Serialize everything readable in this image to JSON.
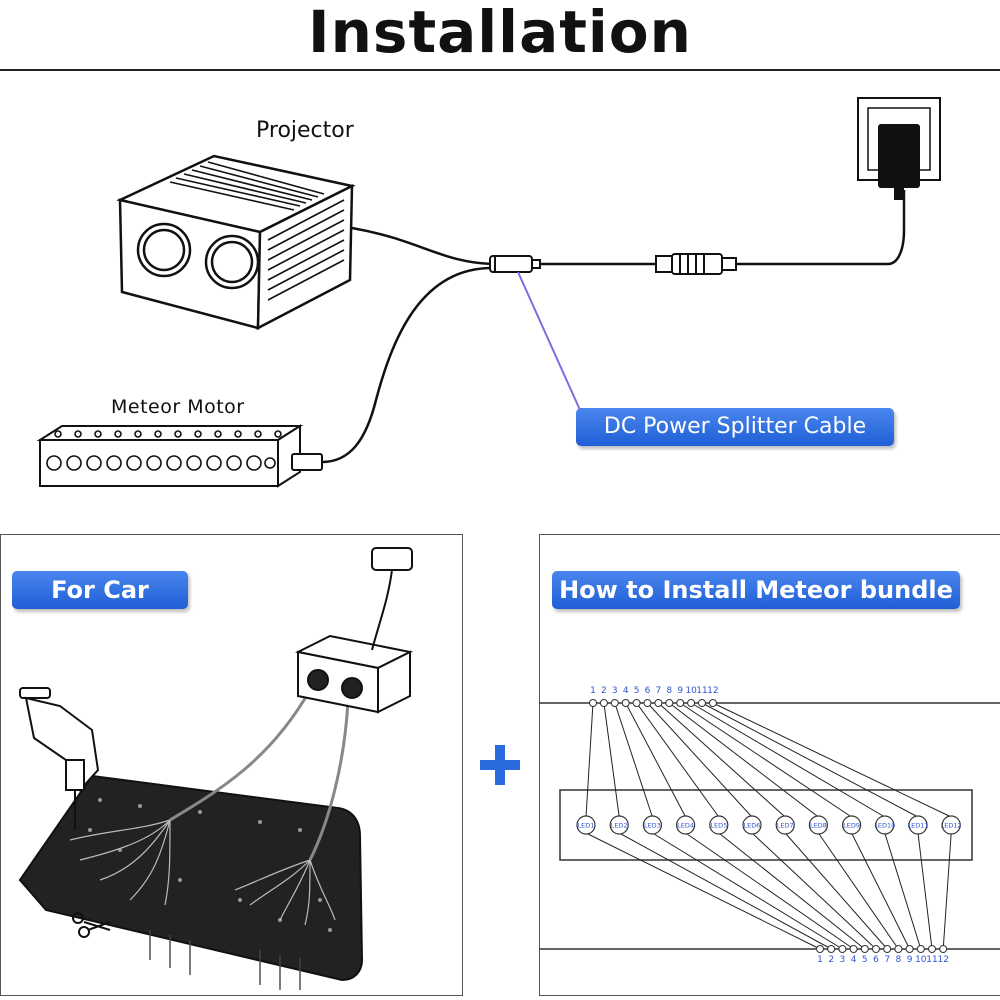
{
  "title": "Installation",
  "top": {
    "projector_label": "Projector",
    "meteor_motor_label": "Meteor Motor",
    "splitter_label": "DC Power Splitter Cable"
  },
  "left_panel": {
    "label": "For Car"
  },
  "right_panel": {
    "label": "How to Install Meteor bundle",
    "top_numbers": [
      "1",
      "2",
      "3",
      "4",
      "5",
      "6",
      "7",
      "8",
      "9",
      "10",
      "11",
      "12"
    ],
    "bottom_numbers": [
      "1",
      "2",
      "3",
      "4",
      "5",
      "6",
      "7",
      "8",
      "9",
      "10",
      "11",
      "12"
    ],
    "leds": [
      "LED1",
      "LED2",
      "LED3",
      "LED4",
      "LED5",
      "LED6",
      "LED7",
      "LED8",
      "LED9",
      "LED10",
      "LED11",
      "LED12"
    ]
  },
  "colors": {
    "accent": "#2a6be0",
    "pointer_line": "#7b6fe0",
    "number_blue": "#2f55d4"
  }
}
